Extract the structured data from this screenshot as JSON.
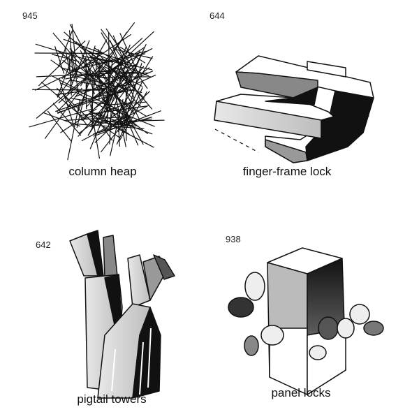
{
  "panels": [
    {
      "number": "945",
      "caption": "column heap"
    },
    {
      "number": "644",
      "caption": "finger-frame lock"
    },
    {
      "number": "642",
      "caption": "pigtail towers"
    },
    {
      "number": "938",
      "caption": "panel locks"
    }
  ],
  "colors": {
    "ink": "#111111",
    "mid": "#9a9a9a",
    "light": "#dcdcdc"
  }
}
